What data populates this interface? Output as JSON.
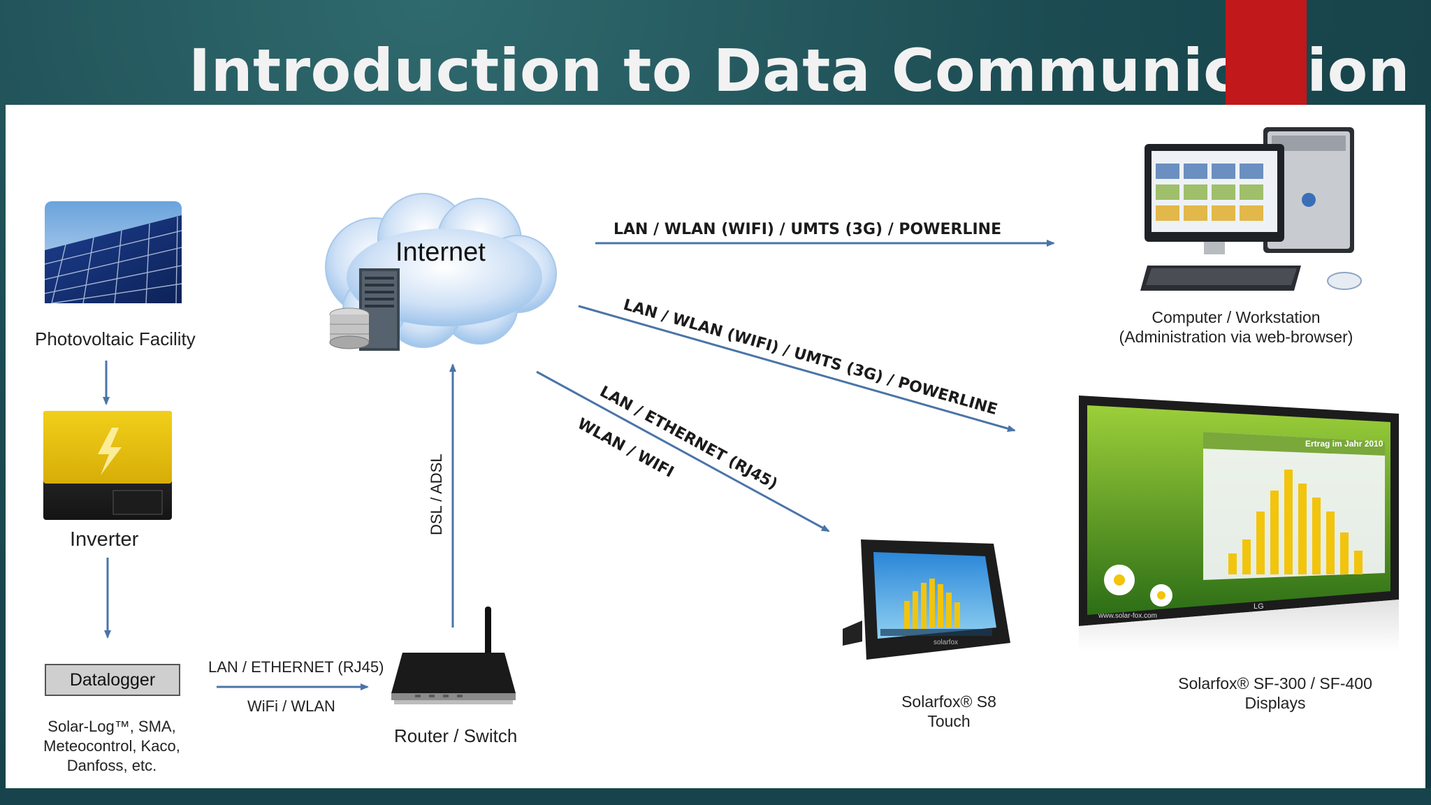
{
  "title": "Introduction to Data Communication",
  "nodes": {
    "pv": "Photovoltaic Facility",
    "inverter": "Inverter",
    "datalogger": "Datalogger",
    "datalogger_brands": [
      "Solar-Log™, SMA,",
      "Meteocontrol, Kaco,",
      "Danfoss, etc."
    ],
    "internet": "Internet",
    "router": "Router / Switch",
    "computer": [
      "Computer / Workstation",
      "(Administration via web-browser)"
    ],
    "s8": [
      "Solarfox® S8",
      "Touch"
    ],
    "sf": [
      "Solarfox® SF-300 / SF-400",
      "Displays"
    ]
  },
  "connections": {
    "datalogger_router_top": "LAN / ETHERNET (RJ45)",
    "datalogger_router_bottom": "WiFi / WLAN",
    "router_internet": "DSL / ADSL",
    "internet_computer": "LAN / WLAN (WIFI) / UMTS (3G) / POWERLINE",
    "internet_sf": "LAN / WLAN (WIFI) / UMTS (3G) / POWERLINE",
    "internet_s8_a": "LAN / ETHERNET (RJ45)",
    "internet_s8_b": "WLAN / WIFI"
  },
  "device_text": {
    "sf_chart_title": "Ertrag im Jahr 2010",
    "monitor_brand": "LG",
    "s8_brand": "solarfox",
    "website": "www.solar-fox.com"
  },
  "colors": {
    "arrow": "#4a74a8",
    "accent_red": "#c0181b",
    "background": "#1c4b52"
  }
}
